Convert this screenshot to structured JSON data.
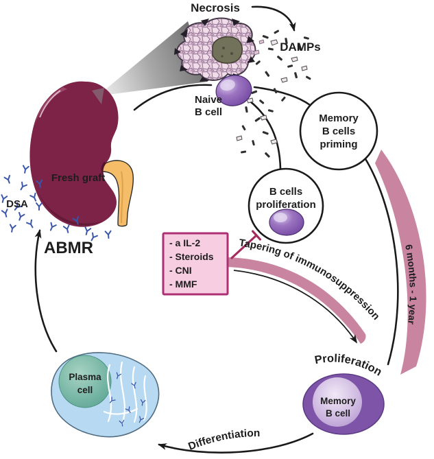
{
  "labels": {
    "necrosis": "Necrosis",
    "damps": "DAMPs",
    "naive_b_cell": {
      "line1": "Naive",
      "line2": "B cell"
    },
    "memory_priming": {
      "line1": "Memory",
      "line2": "B cells",
      "line3": "priming"
    },
    "b_proliferation": {
      "line1": "B cells",
      "line2": "proliferation"
    },
    "fresh_graft": "Fresh graft",
    "dsa": "DSA",
    "abmr": "ABMR",
    "tapering": "Tapering of immunosuppression",
    "timeline": "6 months - 1 year",
    "proliferation": "Proliferation",
    "memory_b_cell": {
      "line1": "Memory",
      "line2": "B cell"
    },
    "differentiation": "Differentiation",
    "plasma_cell": {
      "line1": "Plasma",
      "line2": "cell"
    }
  },
  "drug_box": {
    "items": [
      "- a IL-2",
      "- Steroids",
      "- CNI",
      "- MMF"
    ]
  },
  "colors": {
    "kidney": "#7d2347",
    "kidney_shadow": "#5f1834",
    "ureter": "#f5bd68",
    "cell_purple": "#7a4fa8",
    "memory_purple": "#7e54a8",
    "ribbon_pink": "#c9849f",
    "box_fill": "#f6cde1",
    "box_border": "#ad2f74",
    "dsa_blue": "#3a56a8",
    "abmr_red": "#8e1b40",
    "plasma_blue": "#b7daf2",
    "nucleus_teal": "#5ca391",
    "arrow_black": "#1a1a1a",
    "inhibit_magenta": "#a42a5c"
  }
}
